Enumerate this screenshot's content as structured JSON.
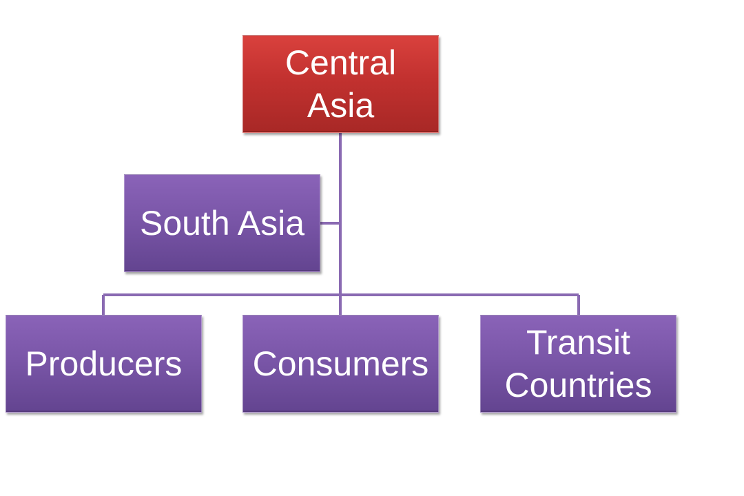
{
  "diagram": {
    "root": {
      "label": "Central\nAsia",
      "color": "#c2312f"
    },
    "assistant": {
      "label": "South Asia",
      "color": "#7a56a8"
    },
    "children": [
      {
        "label": "Producers"
      },
      {
        "label": "Consumers"
      },
      {
        "label": "Transit\nCountries"
      }
    ],
    "connector_color": "#8a6ab2"
  }
}
